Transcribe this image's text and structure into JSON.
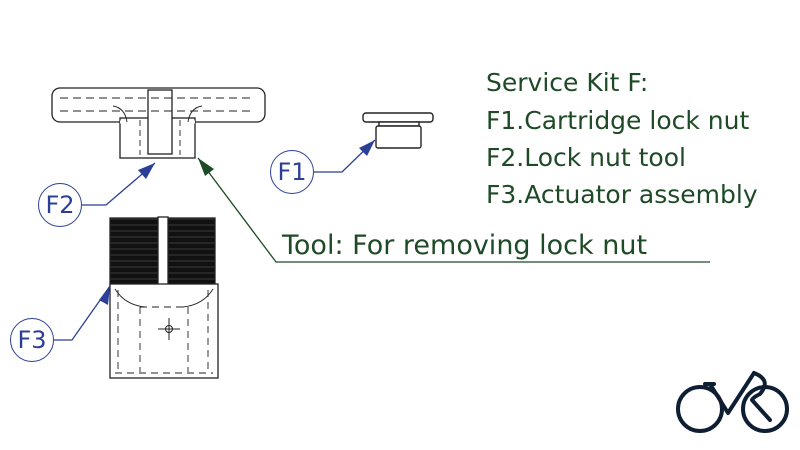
{
  "service_kit": {
    "title": "Service Kit F:",
    "items": [
      "F1.Cartridge lock nut",
      "F2.Lock nut tool",
      "F3.Actuator assembly"
    ]
  },
  "tool_note": "Tool: For removing lock nut",
  "balloons": {
    "f1": "F1",
    "f2": "F2",
    "f3": "F3"
  },
  "colors": {
    "text": "#1f4a27",
    "balloon": "#2b3f96",
    "logo": "#0f1f33"
  },
  "logo_icon": "bicycle-logo-icon"
}
